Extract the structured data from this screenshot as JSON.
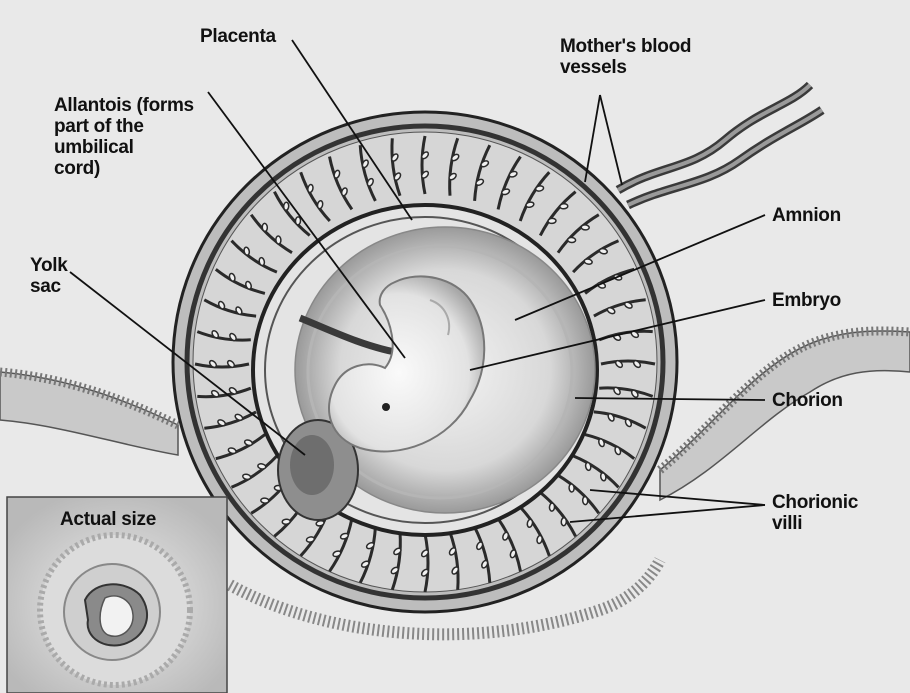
{
  "labels": {
    "placenta": "Placenta",
    "mothers_blood_vessels": [
      "Mother's blood",
      "vessels"
    ],
    "allantois": [
      "Allantois (forms",
      "part of the",
      "umbilical",
      "cord)"
    ],
    "yolk_sac": [
      "Yolk",
      "sac"
    ],
    "amnion": "Amnion",
    "embryo": "Embryo",
    "chorion": "Chorion",
    "chorionic_villi": [
      "Chorionic",
      "villi"
    ]
  },
  "inset": {
    "title": "Actual size"
  }
}
